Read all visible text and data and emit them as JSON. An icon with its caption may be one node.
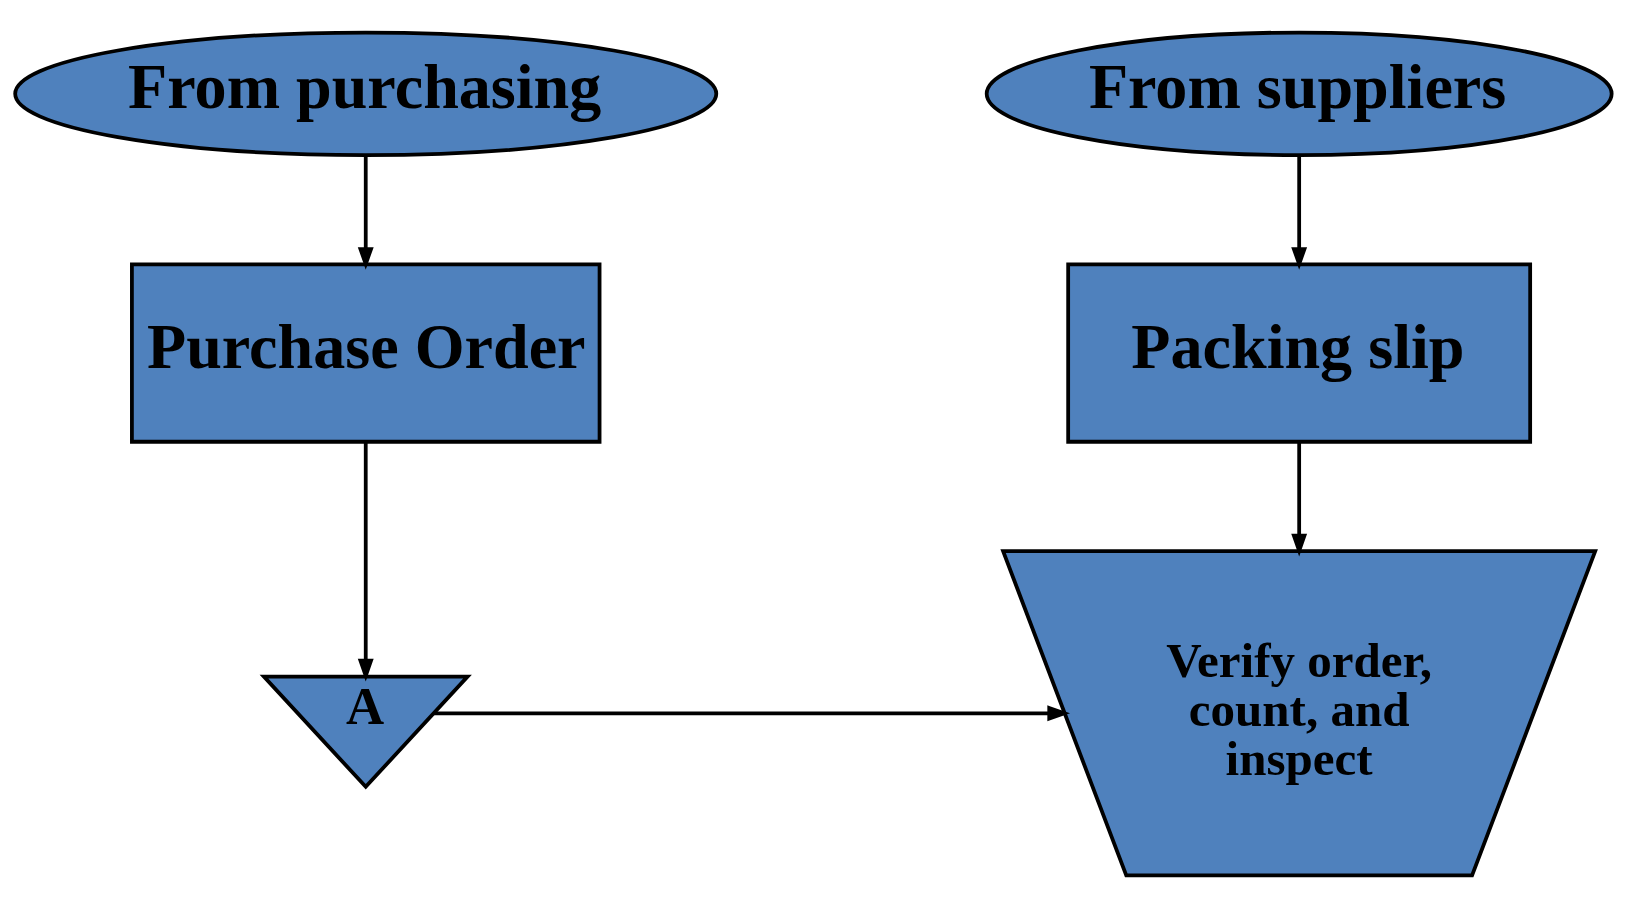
{
  "diagram": {
    "nodes": [
      {
        "text": [
          "From purchasing"
        ]
      },
      {
        "text": [
          "From suppliers"
        ]
      },
      {
        "text": [
          "Purchase Order"
        ]
      },
      {
        "text": [
          "Packing slip"
        ]
      },
      {
        "text": [
          "A"
        ]
      },
      {
        "text": [
          "Verify order, count, and inspect"
        ]
      }
    ],
    "edges": [
      {
        "from": 0,
        "to": 2,
        "arrow": "to"
      },
      {
        "from": 1,
        "to": 3,
        "arrow": "to"
      },
      {
        "from": 2,
        "to": 4,
        "arrow": "to"
      },
      {
        "from": 3,
        "to": 5,
        "arrow": "to"
      },
      {
        "from": 4,
        "to": 5,
        "arrow": "to"
      }
    ]
  }
}
